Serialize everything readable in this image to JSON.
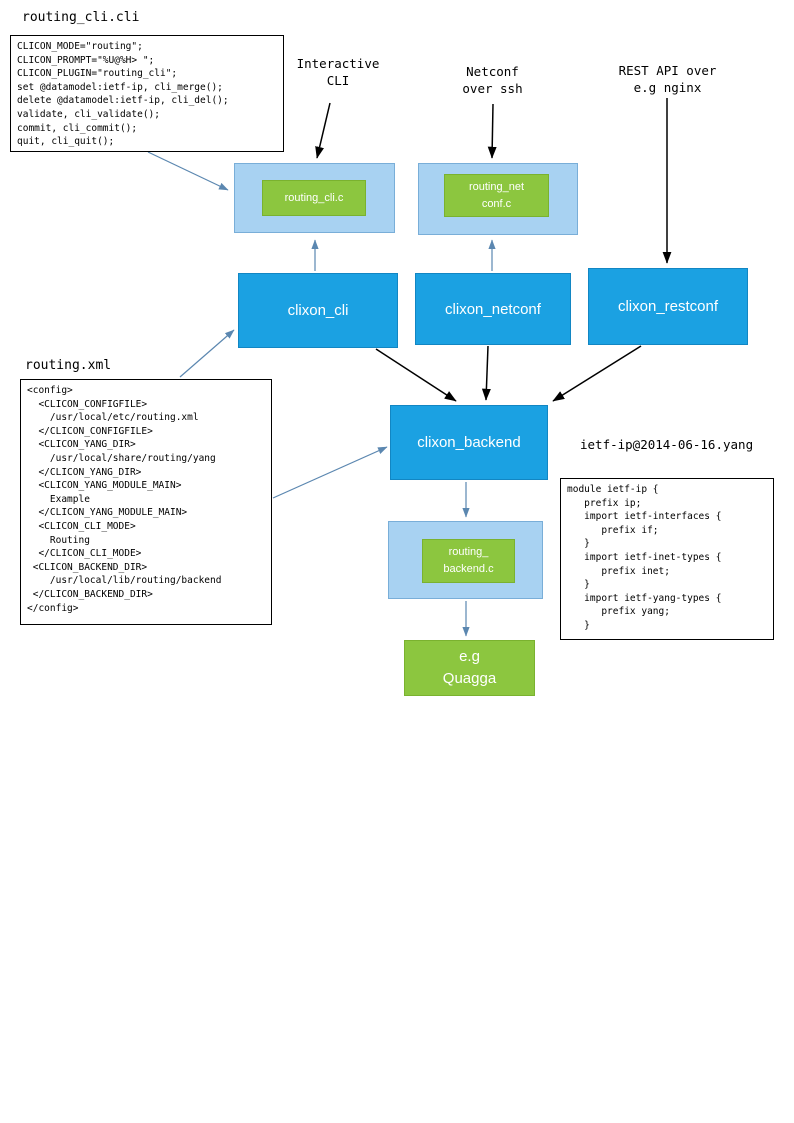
{
  "diagram": {
    "file_labels": {
      "routing_cli": "routing_cli.cli",
      "routing_xml": "routing.xml",
      "yang": "ietf-ip@2014-06-16.yang"
    },
    "top_labels": {
      "interactive_cli": "Interactive\nCLI",
      "netconf": "Netconf\nover ssh",
      "rest": "REST API over\ne.g nginx"
    },
    "code": {
      "routing_cli": "CLICON_MODE=\"routing\";\nCLICON_PROMPT=\"%U@%H> \";\nCLICON_PLUGIN=\"routing_cli\";\nset @datamodel:ietf-ip, cli_merge();\ndelete @datamodel:ietf-ip, cli_del();\nvalidate, cli_validate();\ncommit, cli_commit();\nquit, cli_quit();",
      "routing_xml": "<config>\n  <CLICON_CONFIGFILE>\n    /usr/local/etc/routing.xml\n  </CLICON_CONFIGFILE>\n  <CLICON_YANG_DIR>\n    /usr/local/share/routing/yang\n  </CLICON_YANG_DIR>\n  <CLICON_YANG_MODULE_MAIN>\n    Example\n  </CLICON_YANG_MODULE_MAIN>\n  <CLICON_CLI_MODE>\n    Routing\n  </CLICON_CLI_MODE>\n <CLICON_BACKEND_DIR>\n    /usr/local/lib/routing/backend\n </CLICON_BACKEND_DIR>\n</config>",
      "yang": "module ietf-ip {\n   prefix ip;\n   import ietf-interfaces {\n      prefix if;\n   }\n   import ietf-inet-types {\n      prefix inet;\n   }\n   import ietf-yang-types {\n      prefix yang;\n   }"
    },
    "nodes": {
      "routing_cli_c": "routing_cli.c",
      "routing_netconf_c": "routing_net\nconf.c",
      "clixon_cli": "clixon_cli",
      "clixon_netconf": "clixon_netconf",
      "clixon_restconf": "clixon_restconf",
      "clixon_backend": "clixon_backend",
      "routing_backend_c": "routing_\nbackend.c",
      "quagga": "e.g\nQuagga"
    },
    "colors": {
      "node_blue": "#1ba1e2",
      "node_light_blue": "#a8d2f2",
      "node_green": "#8cc63f",
      "arrow_black": "#000000",
      "arrow_blue": "#5b87b0"
    }
  }
}
